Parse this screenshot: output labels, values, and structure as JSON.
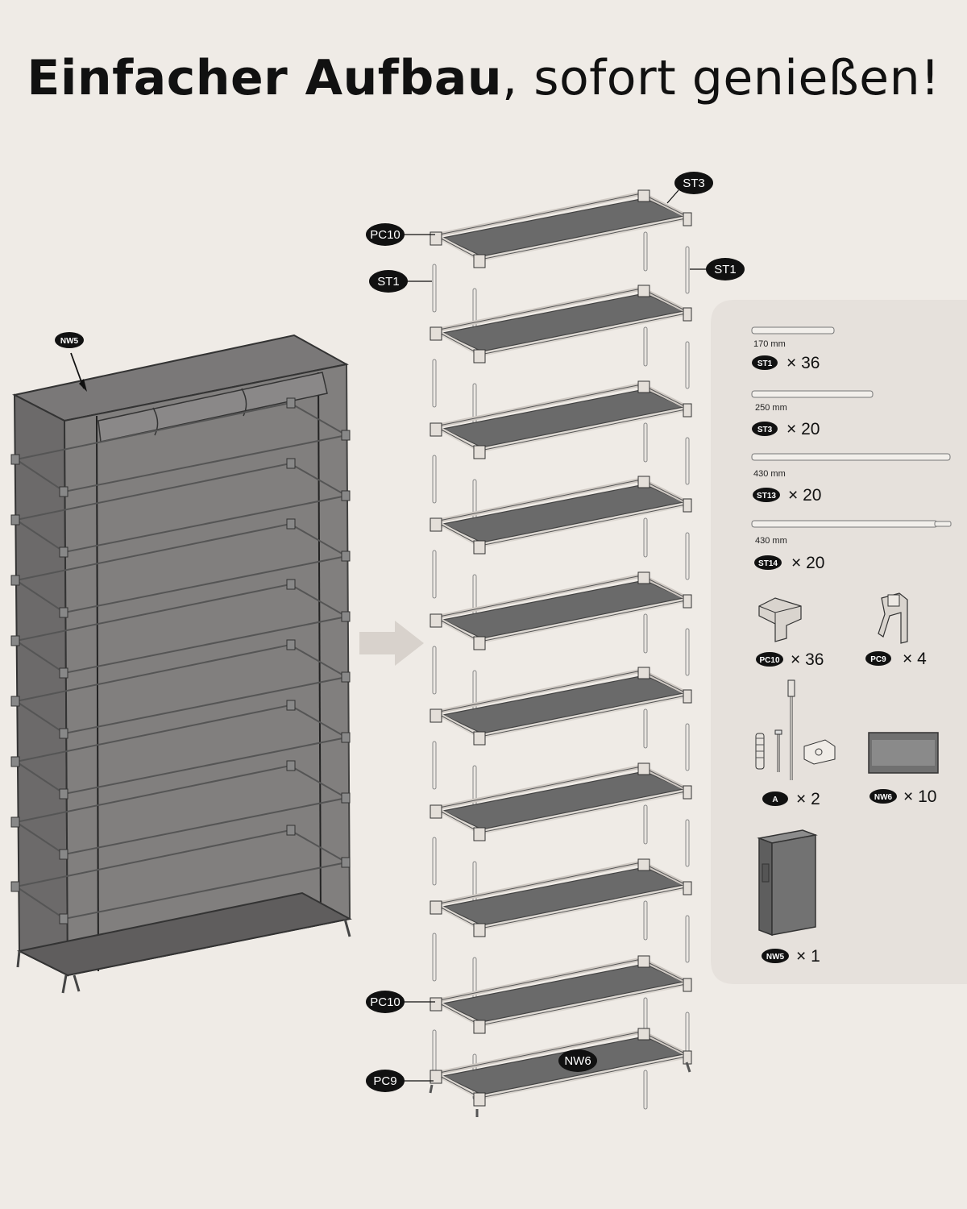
{
  "headline": {
    "bold": "Einfacher Aufbau",
    "rest": ", sofort genießen!"
  },
  "callouts": {
    "nw5_cover": "NW5",
    "st3_top": "ST3",
    "pc10_top": "PC10",
    "st1_left": "ST1",
    "st1_right": "ST1",
    "pc10_bottom": "PC10",
    "pc9_bottom": "PC9",
    "nw6_bottom": "NW6"
  },
  "parts": [
    {
      "code": "ST1",
      "qty": "× 36",
      "length": "170 mm"
    },
    {
      "code": "ST3",
      "qty": "× 20",
      "length": "250 mm"
    },
    {
      "code": "ST13",
      "qty": "× 20",
      "length": "430 mm"
    },
    {
      "code": "ST14",
      "qty": "× 20",
      "length": "430 mm"
    },
    {
      "code": "PC10",
      "qty": "× 36"
    },
    {
      "code": "PC9",
      "qty": "× 4"
    },
    {
      "code": "A",
      "qty": "× 2"
    },
    {
      "code": "NW6",
      "qty": "× 10"
    },
    {
      "code": "NW5",
      "qty": "× 1"
    }
  ],
  "colors": {
    "background": "#efebe6",
    "panel": "#e8e3de",
    "fabric": "#6e6e6e",
    "tag": "#111111"
  }
}
